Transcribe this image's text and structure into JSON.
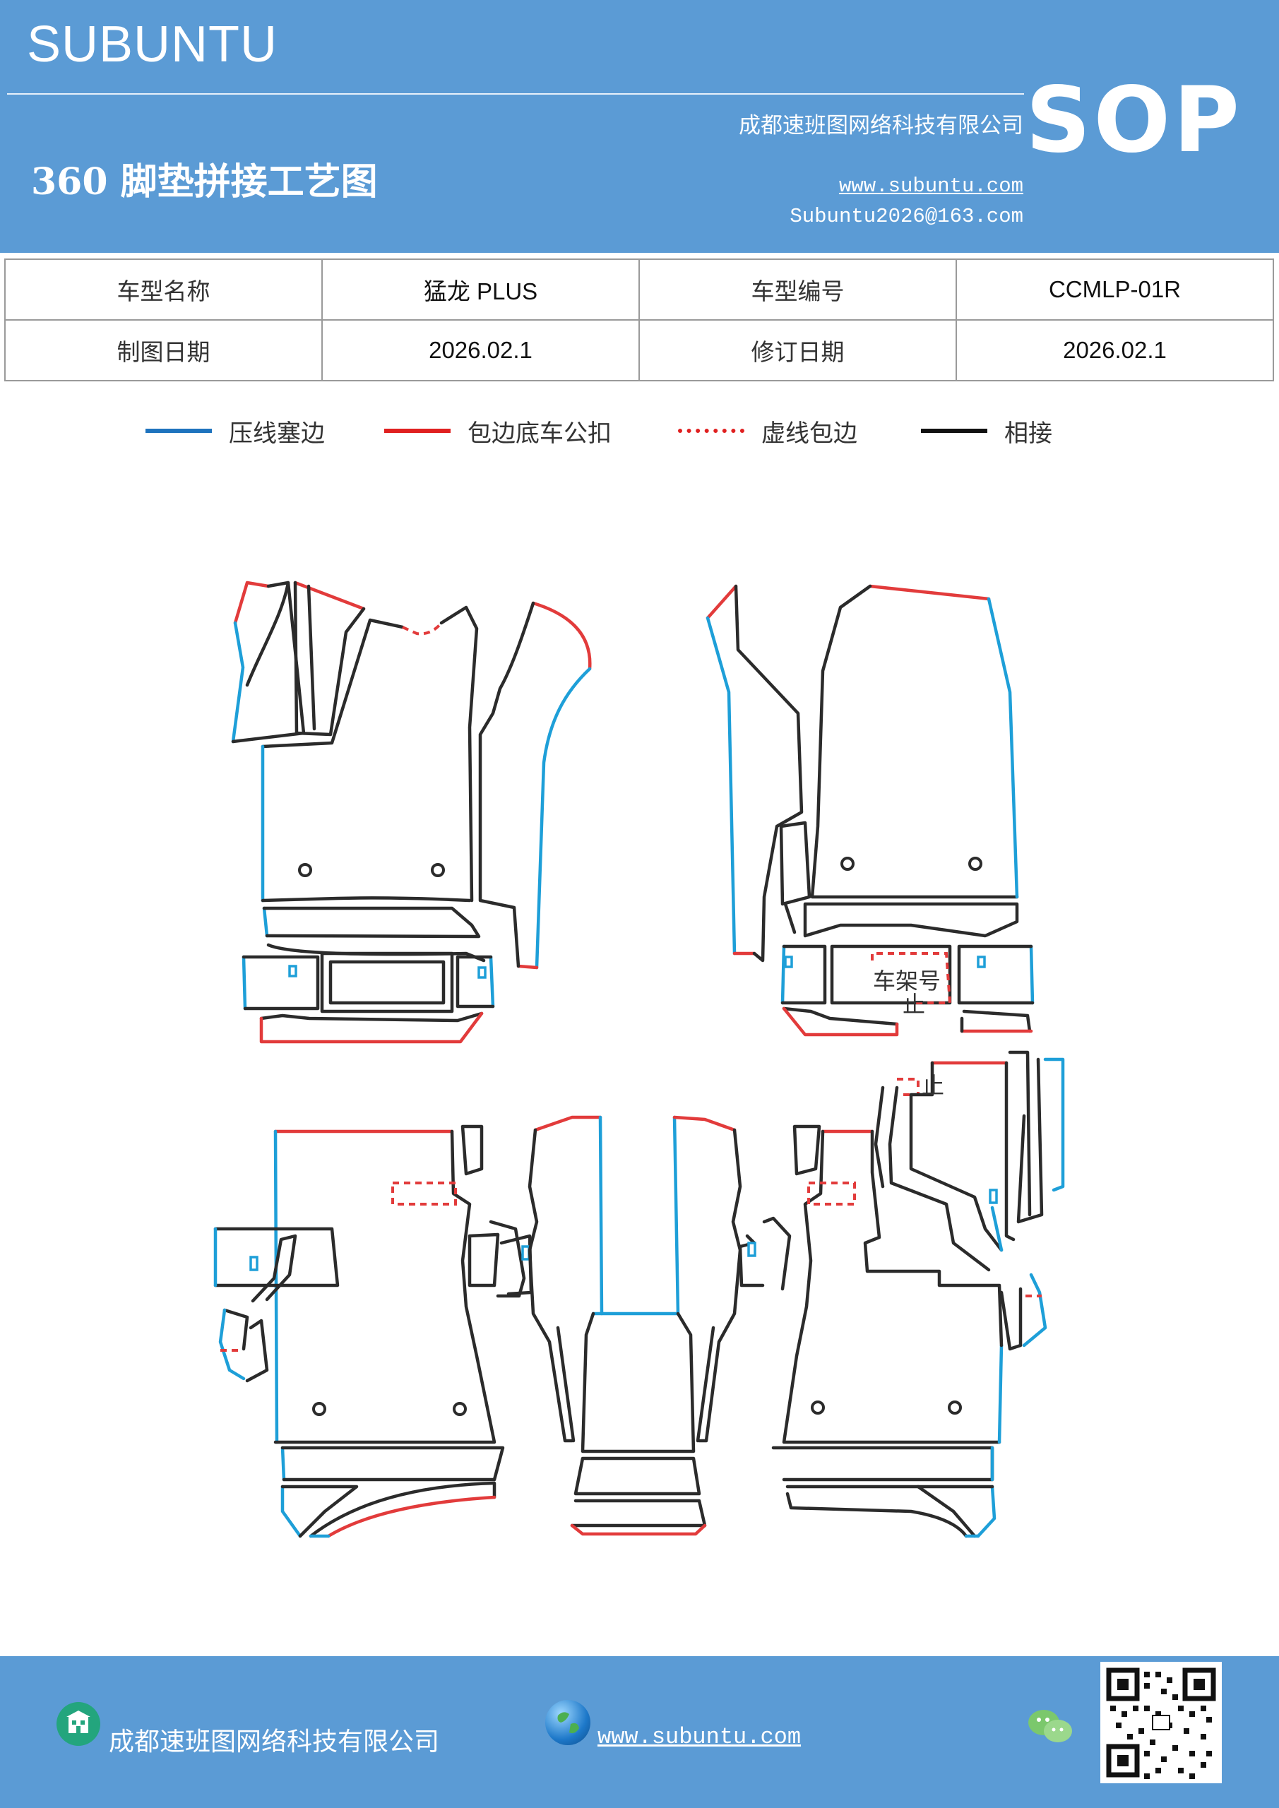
{
  "header": {
    "brand": "SUBUNTU",
    "company": "成都速班图网络科技有限公司",
    "title": "360 脚垫拼接工艺图",
    "website": "www.subuntu.com",
    "email": "Subuntu2026@163.com",
    "badge": "SOP"
  },
  "info": {
    "row1": {
      "label1": "车型名称",
      "value1": "猛龙  PLUS",
      "label2": "车型编号",
      "value2": "CCMLP-01R"
    },
    "row2": {
      "label1": "制图日期",
      "value1": "2026.02.1",
      "label2": "修订日期",
      "value2": "2026.02.1"
    }
  },
  "legend": {
    "items": [
      {
        "label": "压线塞边",
        "color": "#1e73be",
        "style": "solid"
      },
      {
        "label": "包边底车公扣",
        "color": "#e02020",
        "style": "solid"
      },
      {
        "label": "虚线包边",
        "color": "#e02020",
        "style": "dotted"
      },
      {
        "label": "相接",
        "color": "#111111",
        "style": "solid"
      }
    ]
  },
  "diagram": {
    "labels": {
      "frame_number": "车架号",
      "stop_1": "止",
      "stop_2": "止"
    },
    "colors": {
      "press_line": "#1e9fd8",
      "wrap_edge": "#e23b3b",
      "join": "#2b2b2b"
    }
  },
  "footer": {
    "company": "成都速班图网络科技有限公司",
    "website": "www.subuntu.com",
    "icons": [
      "company-icon",
      "globe-icon",
      "wechat-icon",
      "qr-code"
    ]
  }
}
